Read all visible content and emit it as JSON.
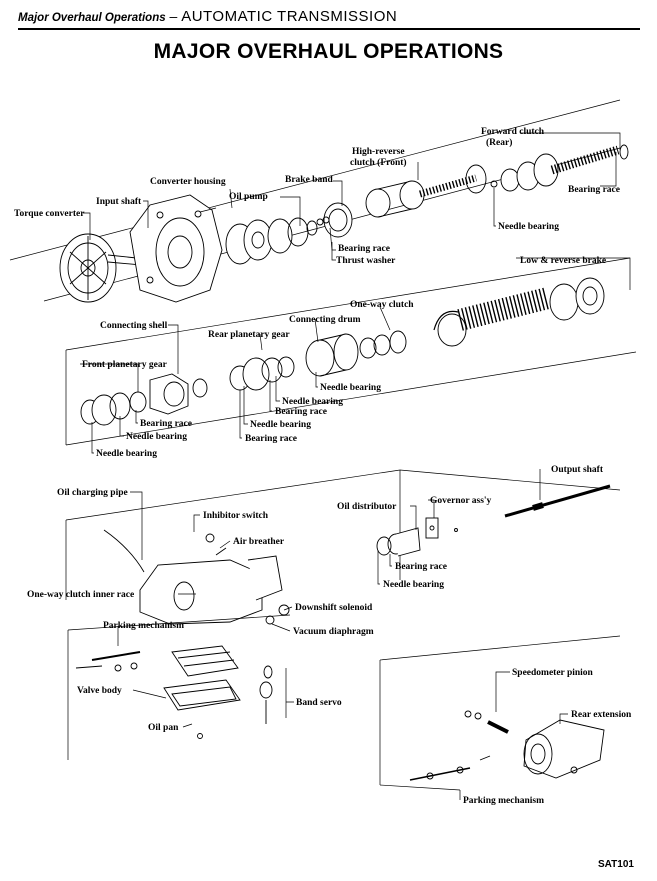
{
  "header": {
    "left": "Major Overhaul Operations",
    "separator": " – ",
    "section": "AUTOMATIC TRANSMISSION"
  },
  "title": "MAJOR OVERHAUL OPERATIONS",
  "figure_code": "SAT101",
  "labels": {
    "forward_clutch_1": "Forward clutch",
    "forward_clutch_2": "(Rear)",
    "high_reverse_1": "High-reverse",
    "high_reverse_2": "clutch (Front)",
    "converter_housing": "Converter housing",
    "brake_band": "Brake band",
    "oil_pump": "Oil pump",
    "input_shaft": "Input shaft",
    "torque_converter": "Torque converter",
    "bearing_race_top": "Bearing race",
    "bearing_race_forward": "Bearing race",
    "thrust_washer": "Thrust washer",
    "needle_bearing_forward": "Needle bearing",
    "low_reverse_brake": "Low & reverse brake",
    "one_way_clutch": "One-way clutch",
    "connecting_drum": "Connecting drum",
    "connecting_shell": "Connecting shell",
    "rear_planetary_gear": "Rear planetary gear",
    "front_planetary_gear": "Front planetary gear",
    "needle_bearing_drum": "Needle bearing",
    "needle_bearing_mid1": "Needle bearing",
    "bearing_race_mid1": "Bearing race",
    "needle_bearing_mid2": "Needle bearing",
    "bearing_race_mid2": "Bearing race",
    "bearing_race_front": "Bearing race",
    "needle_bearing_front": "Needle bearing",
    "needle_bearing_bottom": "Needle bearing",
    "output_shaft": "Output shaft",
    "oil_charging_pipe": "Oil charging pipe",
    "governor_assy": "Governor ass'y",
    "oil_distributor": "Oil distributor",
    "inhibitor_switch": "Inhibitor switch",
    "air_breather": "Air breather",
    "bearing_race_gov": "Bearing race",
    "needle_bearing_gov": "Needle bearing",
    "one_way_clutch_inner_race": "One-way clutch inner race",
    "downshift_solenoid": "Downshift solenoid",
    "parking_mechanism_1": "Parking mechanism",
    "vacuum_diaphragm": "Vacuum diaphragm",
    "speedometer_pinion": "Speedometer pinion",
    "valve_body": "Valve body",
    "band_servo": "Band servo",
    "rear_extension": "Rear extension",
    "oil_pan": "Oil pan",
    "parking_mechanism_2": "Parking mechanism"
  }
}
